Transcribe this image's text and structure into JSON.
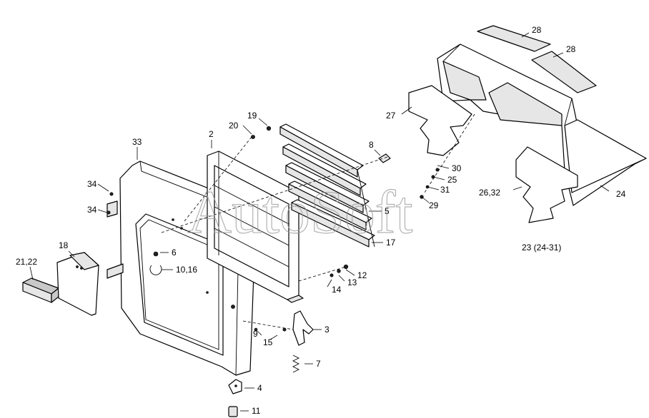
{
  "diagram": {
    "watermark": "AutoSoft",
    "assembly_caption": "23 (24-31)",
    "callouts": {
      "c2": "2",
      "c3": "3",
      "c4": "4",
      "c5": "5",
      "c6": "6",
      "c7": "7",
      "c8": "8",
      "c9": "9",
      "c10_16": "10,16",
      "c11": "11",
      "c12": "12",
      "c13": "13",
      "c14": "14",
      "c15": "15",
      "c17": "17",
      "c18": "18",
      "c19": "19",
      "c20": "20",
      "c21_22": "21,22",
      "c24": "24",
      "c25": "25",
      "c26_32": "26,32",
      "c27": "27",
      "c28a": "28",
      "c28b": "28",
      "c29": "29",
      "c30": "30",
      "c31": "31",
      "c33": "33",
      "c34a": "34",
      "c34b": "34"
    }
  }
}
